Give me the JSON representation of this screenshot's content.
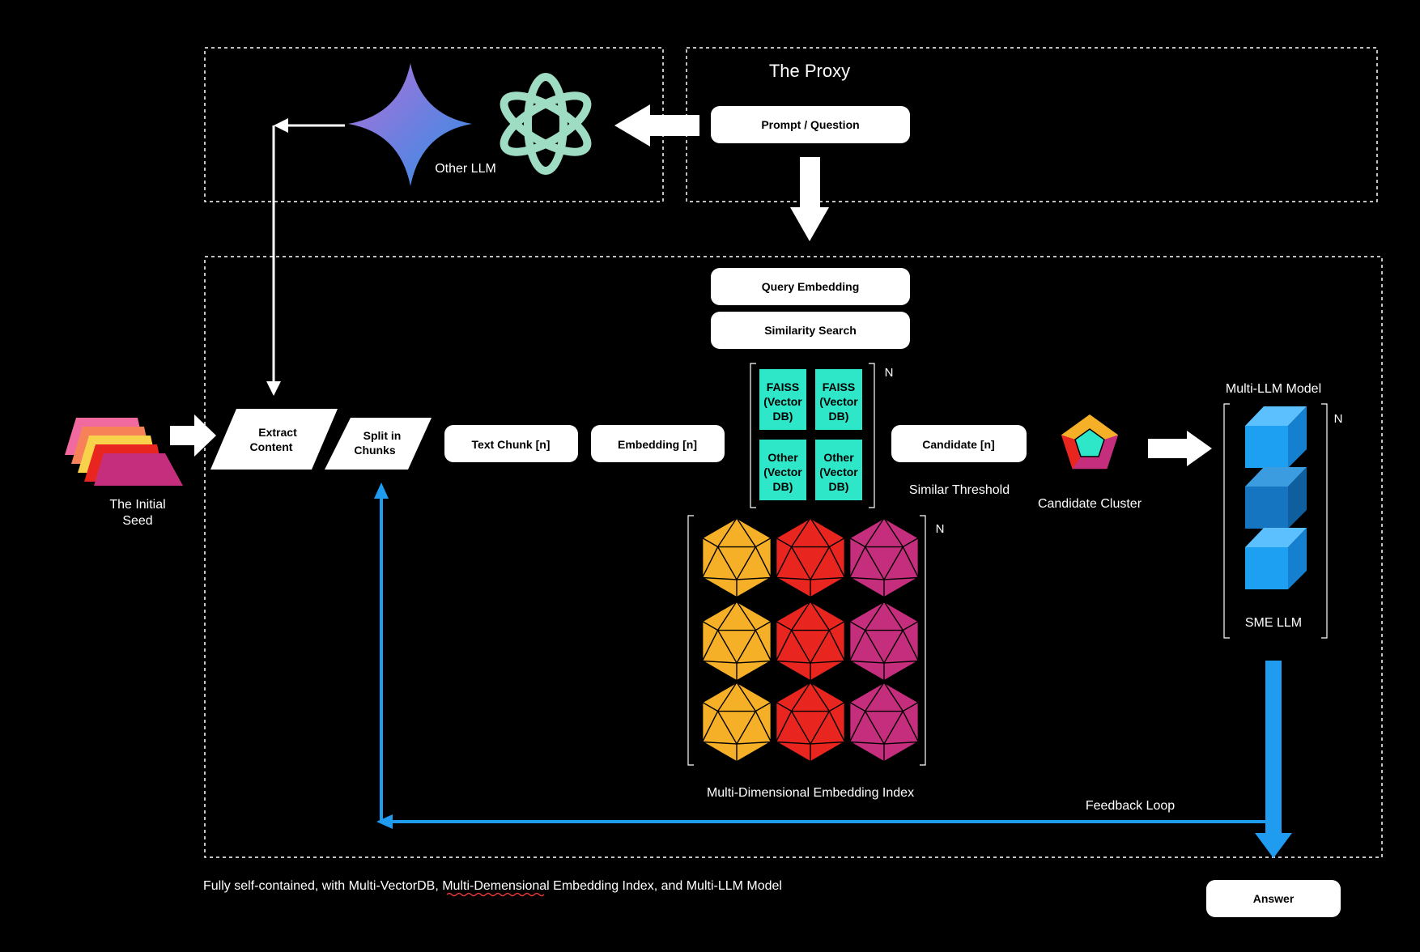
{
  "proxy": {
    "title": "The Proxy",
    "prompt_label": "Prompt / Question",
    "other_llm_label": "Other LLM"
  },
  "seed": {
    "line1": "The Initial",
    "line2": "Seed"
  },
  "pipeline": {
    "extract_line1": "Extract",
    "extract_line2": "Content",
    "split_line1": "Split in",
    "split_line2": "Chunks",
    "text_chunk": "Text Chunk [n]",
    "embedding": "Embedding [n]",
    "query_embedding": "Query Embedding",
    "similarity_search": "Similarity Search",
    "candidate": "Candidate [n]",
    "similar_threshold": "Similar Threshold",
    "candidate_cluster": "Candidate Cluster"
  },
  "vector_db": {
    "n_label": "N",
    "cells": [
      {
        "l1": "FAISS",
        "l2": "(Vector",
        "l3": "DB)"
      },
      {
        "l1": "FAISS",
        "l2": "(Vector",
        "l3": "DB)"
      },
      {
        "l1": "Other",
        "l2": "(Vector",
        "l3": "DB)"
      },
      {
        "l1": "Other",
        "l2": "(Vector",
        "l3": "DB)"
      }
    ],
    "color": "#2ee6c8"
  },
  "embedding_index": {
    "n_label": "N",
    "title": "Multi-Dimensional Embedding Index",
    "colors": [
      "#f5b028",
      "#e8261f",
      "#c52e7c"
    ]
  },
  "multi_llm": {
    "title": "Multi-LLM Model",
    "n_label": "N",
    "sme_label": "SME LLM",
    "cube_color": "#1ea0f2"
  },
  "feedback_label": "Feedback Loop",
  "answer_label": "Answer",
  "footer": {
    "pre": "Fully self-contained, with Multi-VectorDB, ",
    "misspelled": "Multi-Demensional",
    "post": " Embedding Index, and Multi-LLM Model"
  },
  "colors": {
    "feedback_blue": "#1f9bf0",
    "gemini_start": "#9b6fd6",
    "gemini_end": "#2f8ee6",
    "openai_green": "#9fdcc4"
  }
}
